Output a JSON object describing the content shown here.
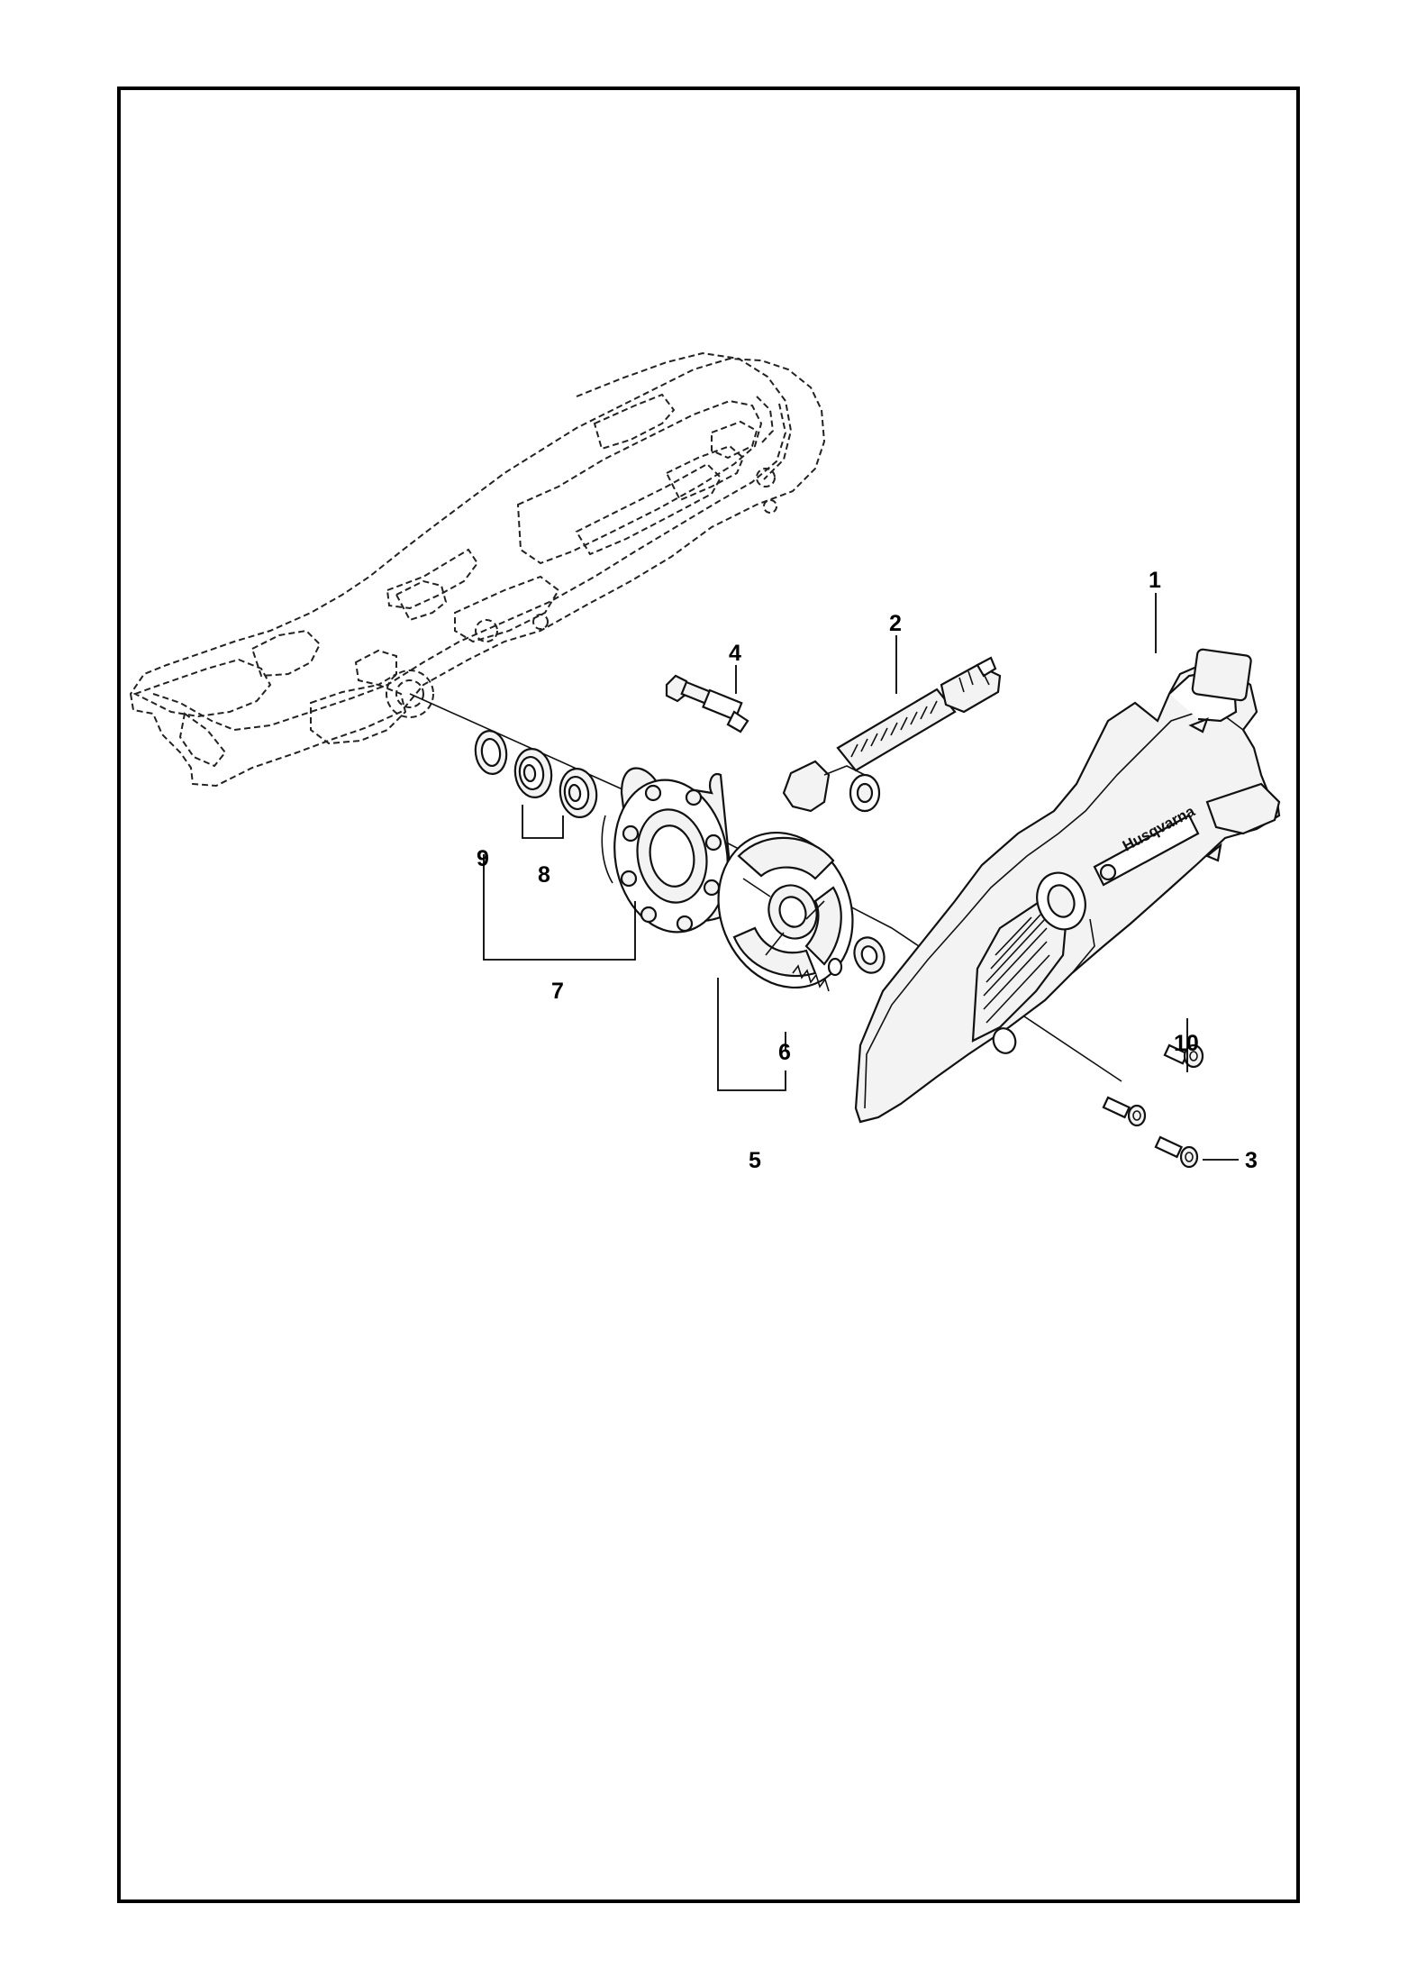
{
  "diagram": {
    "brand": "Husqvarna",
    "callouts": [
      {
        "id": "callout-1",
        "label": "1"
      },
      {
        "id": "callout-2",
        "label": "2"
      },
      {
        "id": "callout-3",
        "label": "3"
      },
      {
        "id": "callout-4",
        "label": "4"
      },
      {
        "id": "callout-5",
        "label": "5"
      },
      {
        "id": "callout-6",
        "label": "6"
      },
      {
        "id": "callout-7",
        "label": "7"
      },
      {
        "id": "callout-8",
        "label": "8"
      },
      {
        "id": "callout-9",
        "label": "9"
      },
      {
        "id": "callout-10",
        "label": "10"
      }
    ]
  }
}
